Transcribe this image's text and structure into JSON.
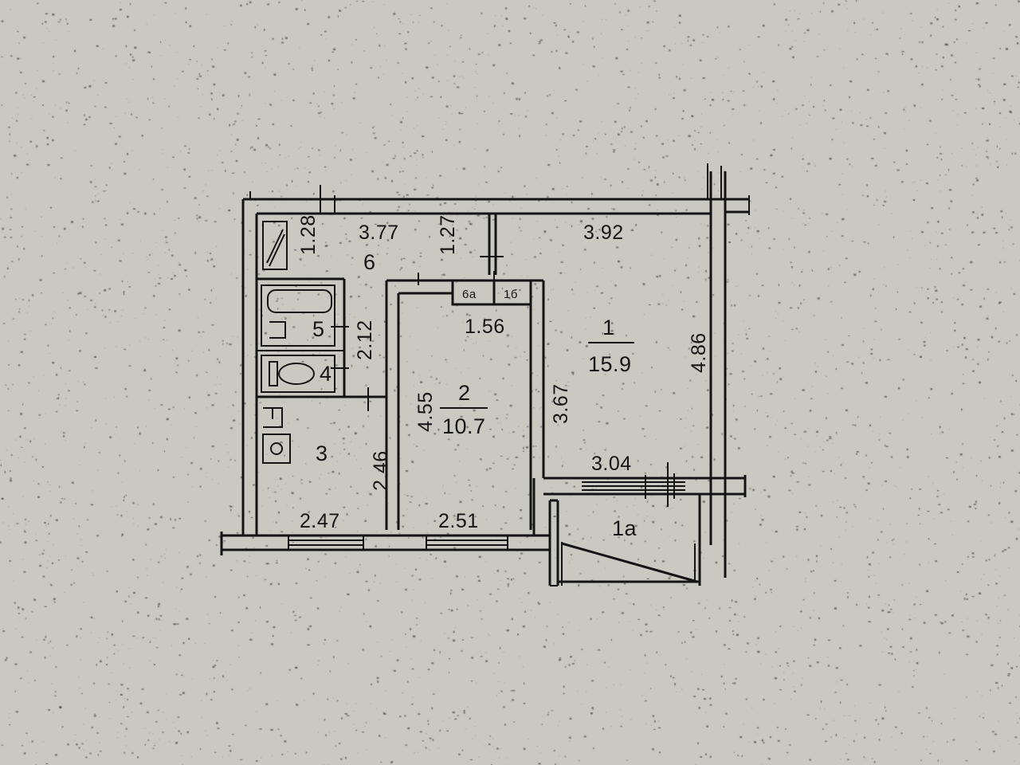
{
  "plan": {
    "rooms": [
      {
        "id": "room-1",
        "number": "1",
        "area": "15.9"
      },
      {
        "id": "room-2",
        "number": "2",
        "area": "10.7"
      },
      {
        "id": "room-3",
        "number": "3"
      },
      {
        "id": "room-4",
        "number": "4"
      },
      {
        "id": "room-5",
        "number": "5"
      },
      {
        "id": "room-6",
        "number": "6"
      },
      {
        "id": "room-6a",
        "number": "6а"
      },
      {
        "id": "room-1b",
        "number": "1б"
      },
      {
        "id": "room-1a",
        "number": "1а"
      }
    ],
    "dimensions": {
      "hall_width": "3.77",
      "hall_depth_left": "1.28",
      "hall_depth_right": "1.27",
      "room1_width_top": "3.92",
      "room1_depth": "4.86",
      "room1_depth_inner": "3.67",
      "room1_width_bottom": "3.04",
      "closet_width": "1.56",
      "room2_depth": "4.55",
      "room2_width": "2.51",
      "bath_depth": "2.12",
      "kitchen_depth": "2.46",
      "kitchen_width": "2.47"
    }
  }
}
